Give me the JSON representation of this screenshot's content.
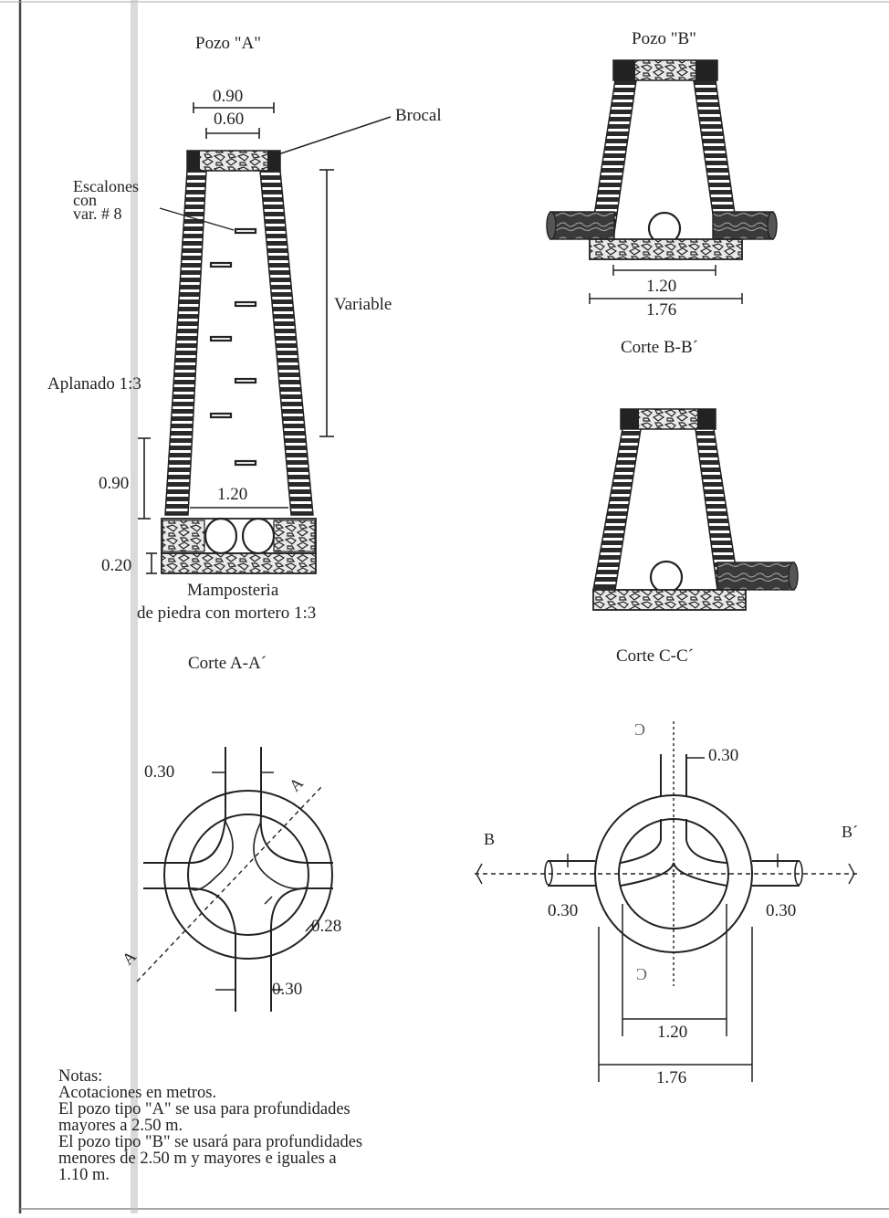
{
  "pozo_a": {
    "title": "Pozo \"A\"",
    "dim_top_outer": "0.90",
    "dim_top_inner": "0.60",
    "brocal": "Brocal",
    "escalones": [
      "Escalones",
      "con",
      "var. # 8"
    ],
    "variable": "Variable",
    "aplanado": "Aplanado 1:3",
    "dim_090": "0.90",
    "dim_base": "1.20",
    "dim_020": "0.20",
    "mamposteria": [
      "Mamposteria",
      "de piedra con mortero 1:3"
    ],
    "section_label": "Corte A-A´"
  },
  "pozo_b": {
    "title": "Pozo \"B\"",
    "dim_inner": "1.20",
    "dim_outer": "1.76",
    "section_label": "Corte B-B´"
  },
  "corte_c": {
    "section_label": "Corte C-C´"
  },
  "plan_a": {
    "dim_pipe_top": "0.30",
    "dim_wall": "0.28",
    "dim_pipe_bottom": "0.30",
    "section_marker": "A"
  },
  "plan_b": {
    "marker_left": "B",
    "marker_right": "B´",
    "dim_top": "0.30",
    "dim_left": "0.30",
    "dim_right": "0.30",
    "dim_inner": "1.20",
    "dim_outer": "1.76",
    "section_marker": "C"
  },
  "notes": {
    "title": "Notas:",
    "lines": [
      "Acotaciones en metros.",
      "El pozo tipo \"A\"  se usa para profundidades",
      "mayores a 2.50 m.",
      "El pozo tipo \"B\" se usará para profundidades",
      "menores de 2.50 m y mayores e iguales a",
      "1.10 m."
    ]
  }
}
